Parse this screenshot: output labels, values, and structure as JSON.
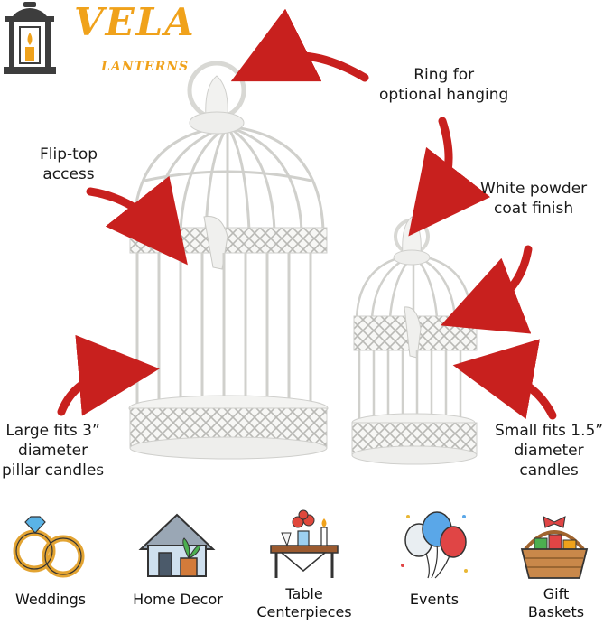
{
  "brand": {
    "name": "VELA",
    "sub": "LANTERNS",
    "colors": {
      "accent": "#f0a21b",
      "logo_dark": "#3d3d3d"
    }
  },
  "callouts": {
    "ring": [
      "Ring for",
      "optional hanging"
    ],
    "flip": [
      "Flip-top",
      "access"
    ],
    "finish": [
      "White powder",
      "coat finish"
    ],
    "large": [
      "Large fits 3”",
      "diameter",
      "pillar candles"
    ],
    "small": [
      "Small fits 1.5”",
      "diameter",
      "candles"
    ]
  },
  "icons": [
    {
      "name": "rings-icon",
      "label": [
        "Weddings"
      ]
    },
    {
      "name": "house-icon",
      "label": [
        "Home Decor"
      ]
    },
    {
      "name": "table-icon",
      "label": [
        "Table",
        "Centerpieces"
      ]
    },
    {
      "name": "balloons-icon",
      "label": [
        "Events"
      ]
    },
    {
      "name": "gift-basket-icon",
      "label": [
        "Gift",
        "Baskets"
      ]
    }
  ],
  "colors": {
    "arrow": "#c8201e",
    "cage": "#f4f4f2",
    "cage_line": "#cfcfcc"
  }
}
